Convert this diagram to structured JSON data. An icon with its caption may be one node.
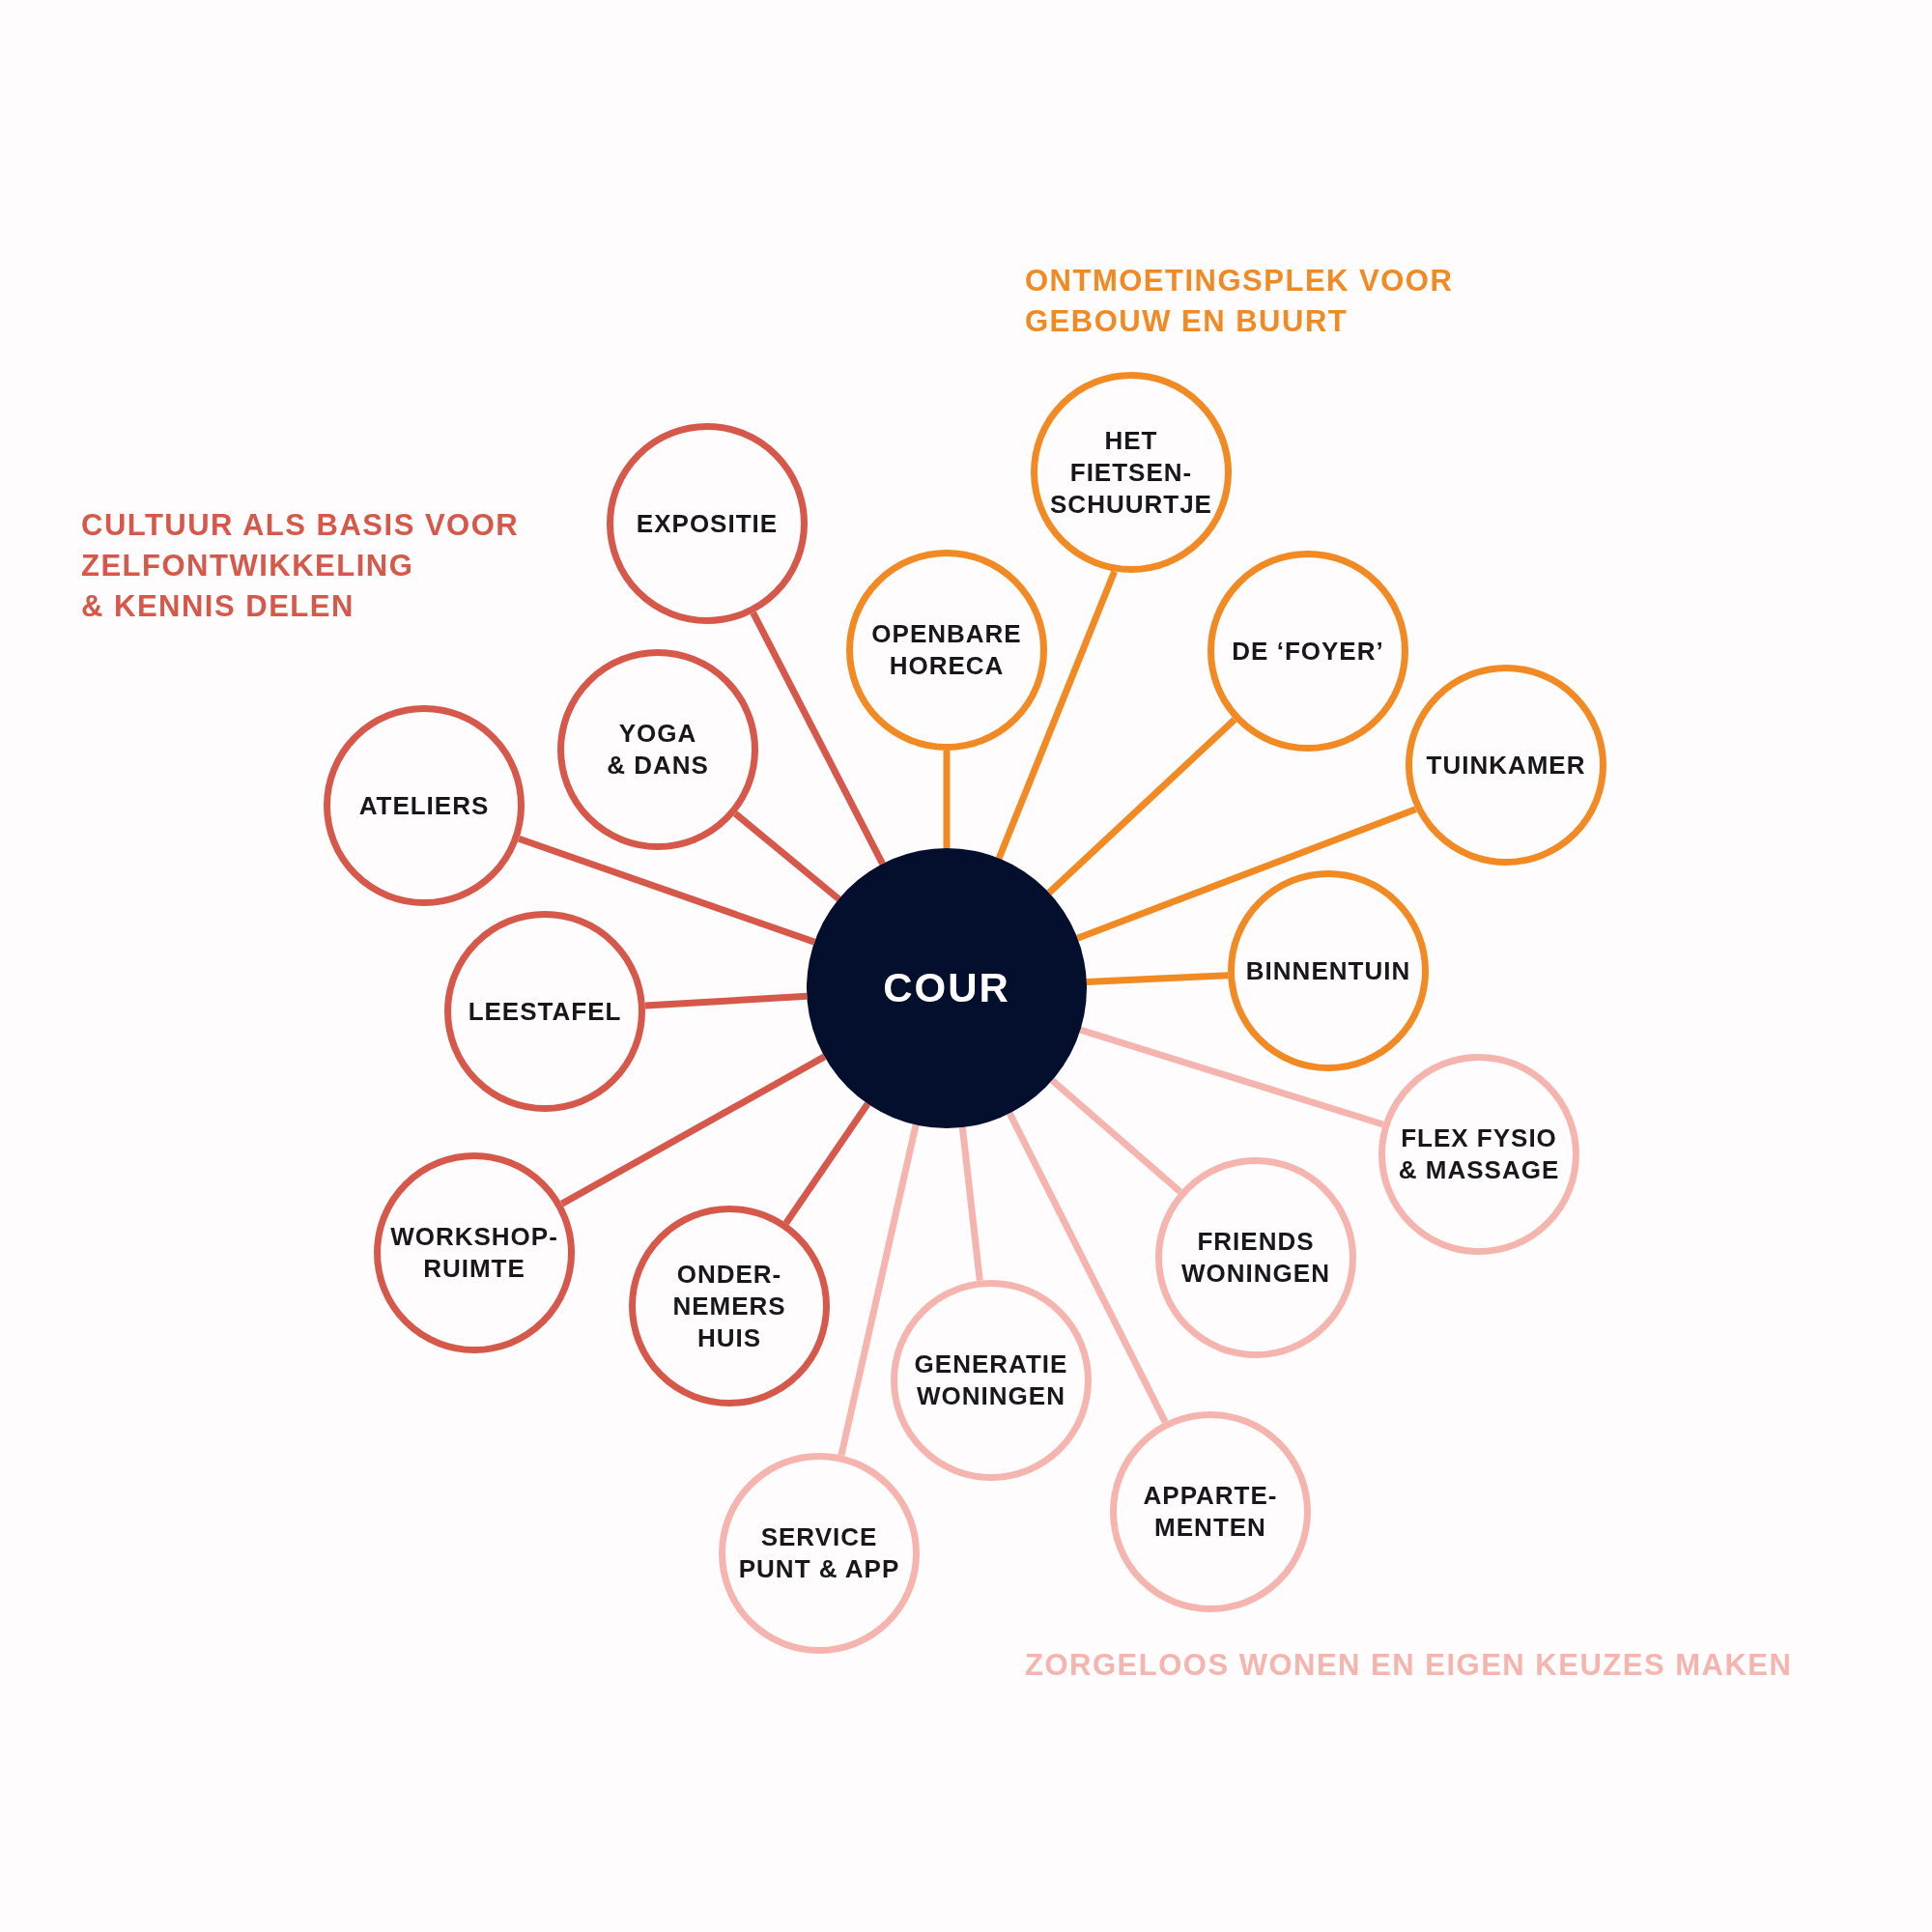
{
  "diagram": {
    "nodes": [
      {
        "text": [
          "COUR"
        ]
      },
      {
        "text": [
          "EXPOSITIE"
        ]
      },
      {
        "text": [
          "YOGA & DANS"
        ]
      },
      {
        "text": [
          "ATELIERS"
        ]
      },
      {
        "text": [
          "LEESTAFEL"
        ]
      },
      {
        "text": [
          "WORKSHOP- RUIMTE"
        ]
      },
      {
        "text": [
          "ONDER- NEMERS HUIS"
        ]
      },
      {
        "text": [
          "OPENBARE HORECA"
        ]
      },
      {
        "text": [
          "HET FIETSEN- SCHUURTJE"
        ]
      },
      {
        "text": [
          "DE ‘FOYER’"
        ]
      },
      {
        "text": [
          "TUINKAMER"
        ]
      },
      {
        "text": [
          "BINNENTUIN"
        ]
      },
      {
        "text": [
          "FLEX FYSIO & MASSAGE"
        ]
      },
      {
        "text": [
          "FRIENDS WONINGEN"
        ]
      },
      {
        "text": [
          "APPARTE- MENTEN"
        ]
      },
      {
        "text": [
          "GENERATIE WONINGEN"
        ]
      },
      {
        "text": [
          "SERVICE PUNT & APP"
        ]
      }
    ],
    "edges": [
      {
        "from": 0,
        "to": 1,
        "arrow": "none"
      },
      {
        "from": 0,
        "to": 2,
        "arrow": "none"
      },
      {
        "from": 0,
        "to": 3,
        "arrow": "none"
      },
      {
        "from": 0,
        "to": 4,
        "arrow": "none"
      },
      {
        "from": 0,
        "to": 5,
        "arrow": "none"
      },
      {
        "from": 0,
        "to": 6,
        "arrow": "none"
      },
      {
        "from": 0,
        "to": 7,
        "arrow": "none",
        "color": "#f28a24"
      },
      {
        "from": 0,
        "to": 8,
        "arrow": "none",
        "color": "#f28a24"
      },
      {
        "from": 0,
        "to": 9,
        "arrow": "none",
        "color": "#f28a24"
      },
      {
        "from": 0,
        "to": 10,
        "arrow": "none",
        "color": "#f28a24"
      },
      {
        "from": 0,
        "to": 11,
        "arrow": "none",
        "color": "#f28a24"
      },
      {
        "from": 0,
        "to": 12,
        "arrow": "none",
        "color": "#f5b5ae"
      },
      {
        "from": 0,
        "to": 13,
        "arrow": "none",
        "color": "#f5b5ae"
      },
      {
        "from": 0,
        "to": 14,
        "arrow": "none",
        "color": "#f5b5ae"
      },
      {
        "from": 0,
        "to": 15,
        "arrow": "none",
        "color": "#f5b5ae"
      },
      {
        "from": 0,
        "to": 16,
        "arrow": "none",
        "color": "#f5b5ae"
      }
    ],
    "labels": [
      "CULTUUR ALS BASIS VOOR ZELFONTWIKKELING & KENNIS DELEN",
      "ONTMOETINGSPLEK VOOR GEBOUW EN BUURT",
      "ZORGELOOS WONEN EN EIGEN KEUZES MAKEN"
    ]
  }
}
